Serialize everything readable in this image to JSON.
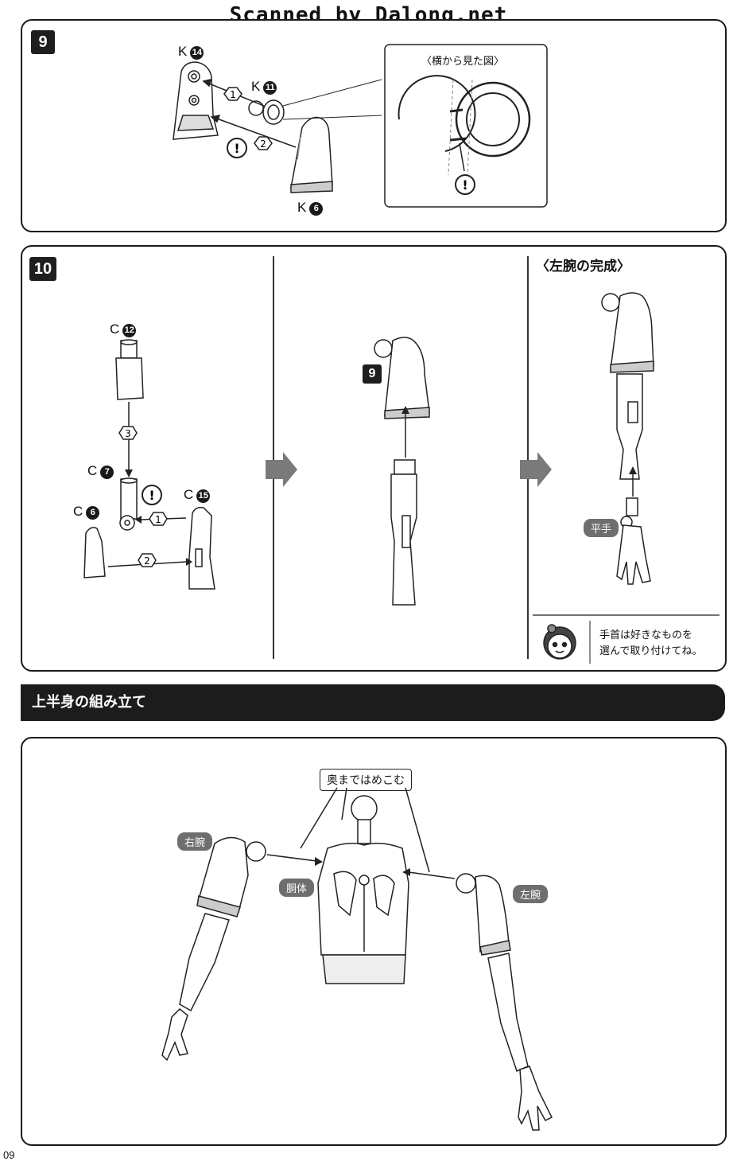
{
  "watermark": "Scanned by Dalong.net",
  "step9": {
    "number": "9",
    "parts": {
      "k14": {
        "letter": "K",
        "num": "14"
      },
      "k11": {
        "letter": "K",
        "num": "11"
      },
      "k6": {
        "letter": "K",
        "num": "6"
      }
    },
    "order": [
      "1",
      "2"
    ],
    "inset_caption": "〈横から見た図〉"
  },
  "step10": {
    "number": "10",
    "parts": {
      "c12": {
        "letter": "C",
        "num": "12"
      },
      "c7": {
        "letter": "C",
        "num": "7"
      },
      "c6": {
        "letter": "C",
        "num": "6"
      },
      "c15": {
        "letter": "C",
        "num": "15"
      }
    },
    "order": [
      "1",
      "2",
      "3"
    ],
    "ref_step": "9",
    "complete_title": "〈左腕の完成〉",
    "hand_label": "平手",
    "tip_line1": "手首は好きなものを",
    "tip_line2": "選んで取り付けてね。"
  },
  "upper_body": {
    "title": "上半身の組み立て",
    "callout": "奥まではめこむ",
    "right_arm": "右腕",
    "torso": "胴体",
    "left_arm": "左腕"
  },
  "page_number": "09",
  "colors": {
    "ink": "#1a1a1a",
    "arrow_gray": "#7a7a7a",
    "pill": "#6e6e6e"
  }
}
